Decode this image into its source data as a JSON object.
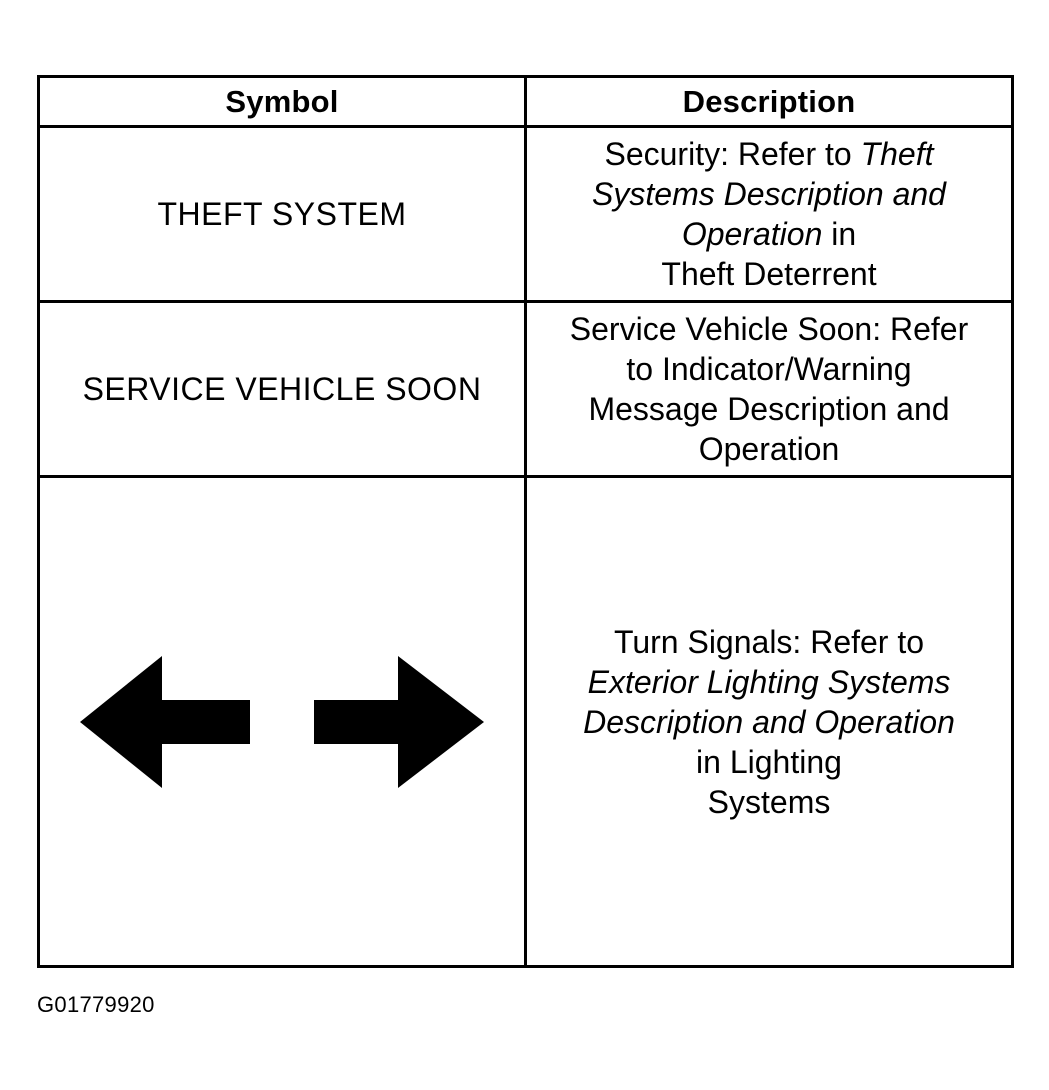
{
  "table": {
    "headers": {
      "symbol": "Symbol",
      "description": "Description"
    },
    "rows": [
      {
        "symbol": "THEFT SYSTEM",
        "desc": {
          "l1a": "Security: Refer to ",
          "l1b": "Theft",
          "l2": "Systems Description and",
          "l3a": "Operation",
          "l3b": " in",
          "l4": "Theft Deterrent"
        }
      },
      {
        "symbol": "SERVICE VEHICLE SOON",
        "desc": {
          "l1": "Service Vehicle Soon: Refer",
          "l2": "to Indicator/Warning",
          "l3": "Message Description and",
          "l4": "Operation"
        }
      },
      {
        "symbol_icon": "turn-signal-arrows-icon",
        "desc": {
          "l1": "Turn Signals: Refer to",
          "l2": "Exterior Lighting Systems",
          "l3": "Description and Operation",
          "l4": "in Lighting",
          "l5": "Systems"
        }
      }
    ]
  },
  "figure_id": "G01779920",
  "colors": {
    "ink": "#000000",
    "background": "#ffffff"
  }
}
